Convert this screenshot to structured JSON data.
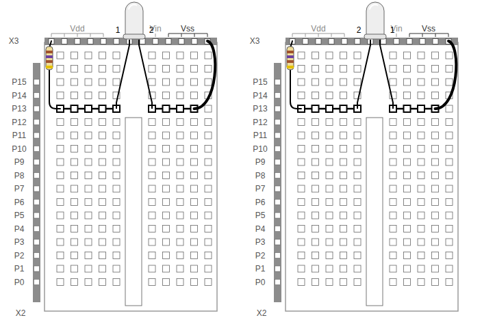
{
  "diagram": {
    "labels": [
      "Vdd",
      "1",
      "Vin",
      "2",
      "Vss",
      "X3",
      "P15",
      "P14",
      "P13",
      "P12",
      "P11",
      "P10",
      "P9",
      "P8",
      "P7",
      "P6",
      "P5",
      "P4",
      "P3",
      "P2",
      "P1",
      "P0",
      "X2",
      "Vdd",
      "2",
      "Vin",
      "1",
      "Vss",
      "X3",
      "P15",
      "P14",
      "P13",
      "P12",
      "P11",
      "P10",
      "P9",
      "P8",
      "P7",
      "P6",
      "P5",
      "P4",
      "P3",
      "P2",
      "P1",
      "P0",
      "X2"
    ]
  }
}
